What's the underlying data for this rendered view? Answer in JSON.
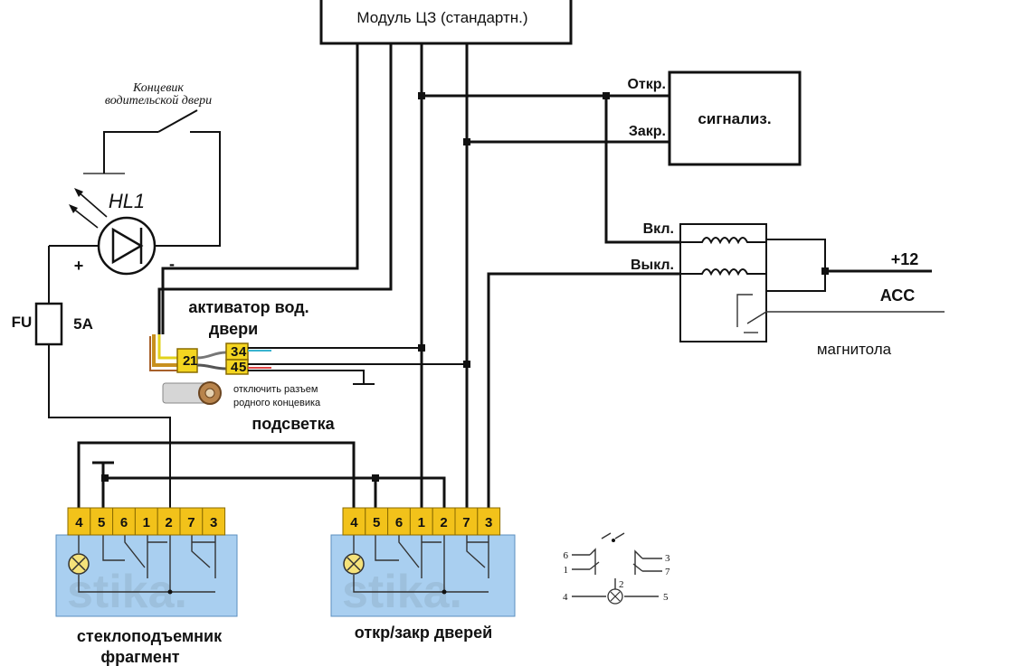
{
  "module": {
    "title": "Модуль ЦЗ (стандартн.)"
  },
  "alarm": {
    "title": "сигнализ.",
    "open_label": "Откр.",
    "close_label": "Закр."
  },
  "relay": {
    "on_label": "Вкл.",
    "off_label": "Выкл.",
    "plus12_label": "+12",
    "acc_label": "АСС",
    "radio_label": "магнитола"
  },
  "driver_door_switch": {
    "title_line1": "Концевик",
    "title_line2": "водительской двери"
  },
  "led": {
    "name": "HL1",
    "plus": "+",
    "minus": "-"
  },
  "fuse": {
    "name": "FU",
    "rating": "5А"
  },
  "activator": {
    "line1": "активатор вод.",
    "line2": "двери",
    "note_line1": "отключить разъем",
    "note_line2": "родного концевика",
    "conn_left": [
      "2",
      "1"
    ],
    "conn_right_top": [
      "3",
      "4"
    ],
    "conn_right_bottom": [
      "4",
      "5"
    ]
  },
  "backlight": {
    "label": "подсветка"
  },
  "window_block": {
    "pins": [
      "4",
      "5",
      "6",
      "1",
      "2",
      "7",
      "3"
    ],
    "label_line1": "стеклоподъемник",
    "label_line2": "фрагмент"
  },
  "door_block": {
    "pins": [
      "4",
      "5",
      "6",
      "1",
      "2",
      "7",
      "3"
    ],
    "label": "откр/закр дверей"
  },
  "legend": {
    "pins_left": [
      "6",
      "1"
    ],
    "pins_right": [
      "3",
      "7"
    ],
    "center_pin": "2",
    "lamp_left": "4",
    "lamp_right": "5"
  },
  "watermark": "stika."
}
